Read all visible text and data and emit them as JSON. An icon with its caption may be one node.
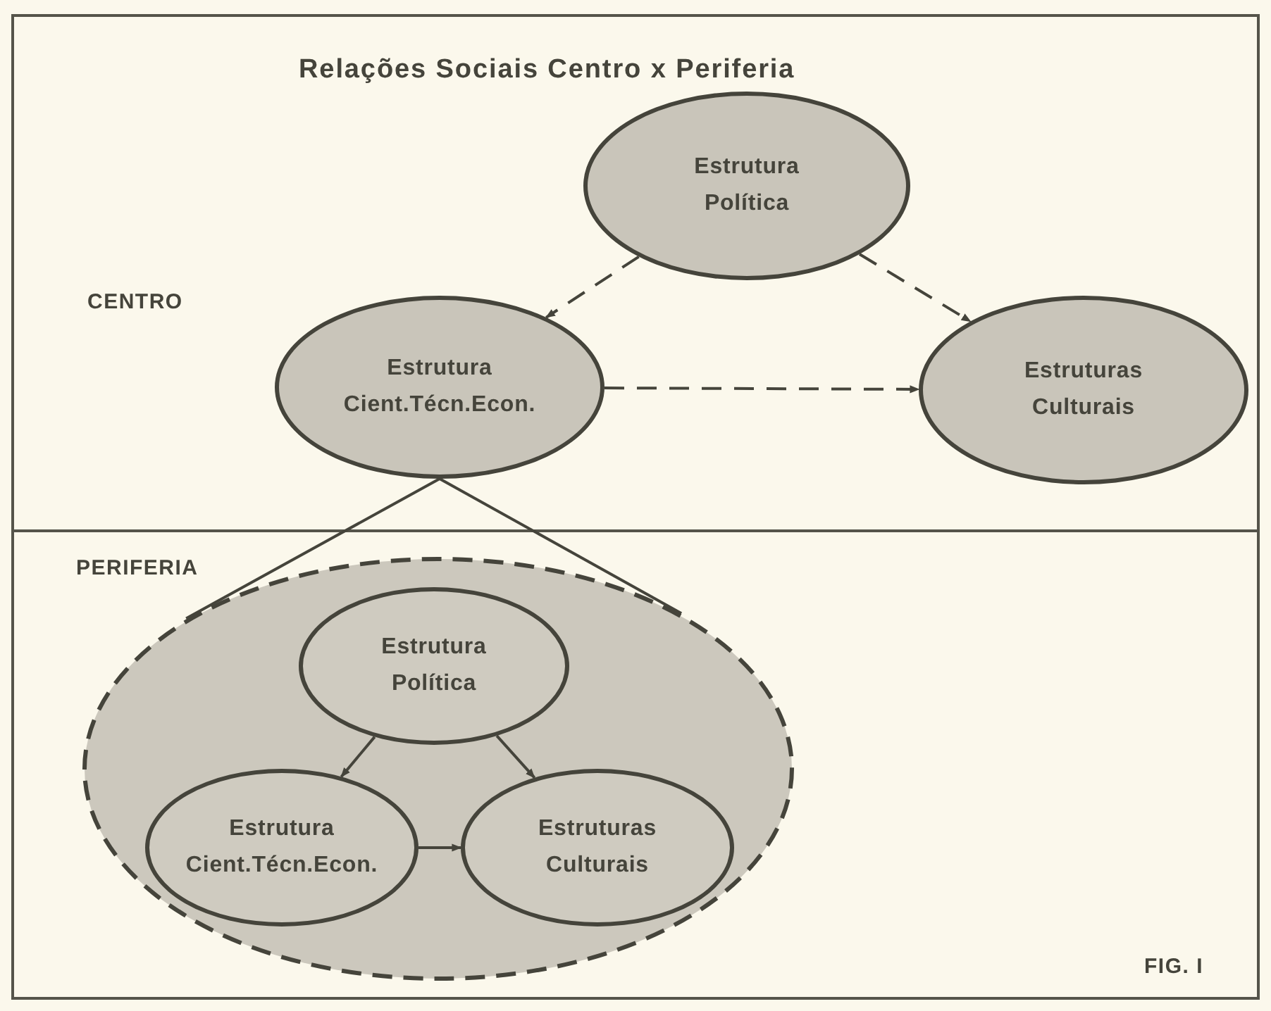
{
  "diagram": {
    "title": "Relações Sociais Centro x Periferia",
    "nodes": [
      {
        "text": [
          "Estrutura Política"
        ]
      },
      {
        "text": [
          "Estrutura Cient.Técn.Econ."
        ]
      },
      {
        "text": [
          "Estruturas Culturais"
        ]
      },
      {
        "text": [],
        "shape": "ellipse"
      },
      {
        "text": [
          "Estrutura Política"
        ],
        "in": 3
      },
      {
        "text": [
          "Estrutura Cient.Técn.Econ."
        ],
        "in": 3
      },
      {
        "text": [
          "Estruturas Culturais"
        ],
        "in": 3
      }
    ],
    "edges": [
      {
        "from": 0,
        "to": 1,
        "arrow": "to",
        "style": "dashed"
      },
      {
        "from": 0,
        "to": 2,
        "arrow": "to",
        "style": "dashed"
      },
      {
        "from": 1,
        "to": 2,
        "arrow": "to",
        "style": "dashed"
      },
      {
        "from": 1,
        "to": 3,
        "arrow": "none"
      },
      {
        "from": 1,
        "to": 3,
        "arrow": "none"
      },
      {
        "from": 4,
        "to": 5,
        "arrow": "to"
      },
      {
        "from": 4,
        "to": 6,
        "arrow": "to"
      },
      {
        "from": 5,
        "to": 6,
        "arrow": "to"
      }
    ],
    "labels": [
      "CENTRO",
      "PERIFERIA",
      "FIG. I"
    ]
  }
}
